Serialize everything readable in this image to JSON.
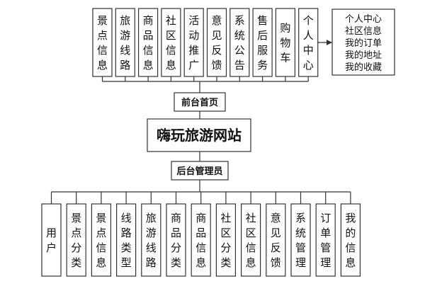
{
  "center": {
    "title": "嗨玩旅游网站"
  },
  "frontend": {
    "label": "前台首页",
    "modules": [
      "景点信息",
      "旅游线路",
      "商品信息",
      "社区信息",
      "活动推广",
      "意见反馈",
      "系统公告",
      "售后服务",
      "购物车",
      "个人中心"
    ],
    "personal_center_items": [
      "个人中心",
      "社区信息",
      "我的订单",
      "我的地址",
      "我的收藏"
    ]
  },
  "backend": {
    "label": "后台管理员",
    "modules": [
      "用户",
      "景点分类",
      "景点信息",
      "线路类型",
      "旅游线路",
      "商品分类",
      "商品信息",
      "社区分类",
      "社区信息",
      "意见反馈",
      "系统管理",
      "订单管理",
      "我的信息"
    ]
  },
  "colors": {
    "stroke": "#333333",
    "text": "#111111",
    "background": "#ffffff"
  }
}
